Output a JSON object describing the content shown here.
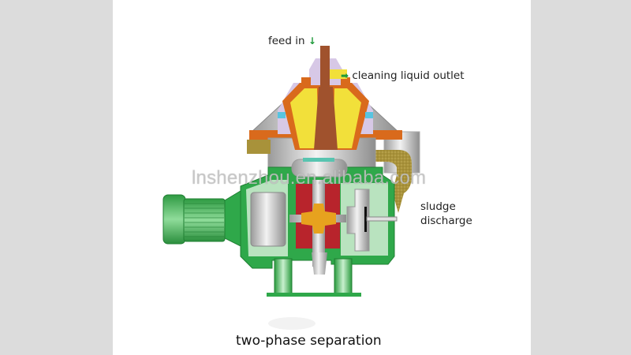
{
  "diagram": {
    "title": "two-phase separation",
    "labels": {
      "feed_in": "feed in",
      "feed_in_arrow": "↓",
      "cleaning_liquid_outlet": "cleaning liquid outlet",
      "cleaning_arrow": "➡",
      "sludge_discharge_line1": "sludge",
      "sludge_discharge_line2": "discharge"
    },
    "watermark": "lnshenzhou.en.alibaba.com",
    "components": [
      "bowl-cover",
      "disc-stack",
      "feed-pipe",
      "motor",
      "gearbox-frame",
      "worm-gear",
      "brake-wheel",
      "sludge-chute",
      "support-legs",
      "base-plate"
    ],
    "colors": {
      "frame_green": "#2fa84a",
      "frame_light": "#b9e3bf",
      "gear_red": "#b8242c",
      "gear_orange": "#e7a21e",
      "disc_yellow": "#f2e03a",
      "bowl_orange": "#d96a1c",
      "sludge_brown": "#a8923a",
      "lavender": "#d7c8e6",
      "steel_gray": "#c8c8c8",
      "arrow_green": "#1e9a3a"
    }
  }
}
